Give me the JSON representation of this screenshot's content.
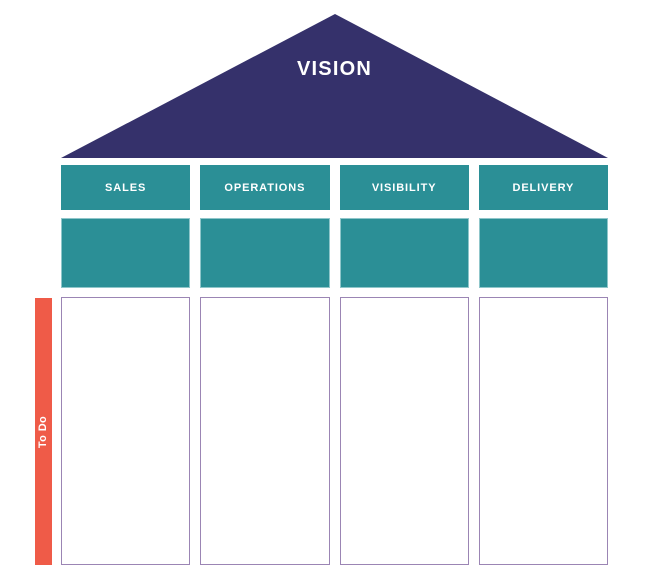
{
  "diagram": {
    "type": "strategy-house",
    "roof": {
      "label": "VISION",
      "color": "#35316b",
      "text_color": "#ffffff"
    },
    "sidebar": {
      "label": "To Do",
      "color": "#ef5b48",
      "text_color": "#ffffff",
      "orientation": "vertical"
    },
    "colors": {
      "roof": "#35316b",
      "pillar": "#2b8f96",
      "pillar_border": "#8fc6ca",
      "panel_border": "#9b85b4",
      "panel_fill": "#ffffff",
      "accent": "#ef5b48",
      "background": "#ffffff"
    },
    "columns": [
      {
        "header": "SALES",
        "body": "",
        "panel": ""
      },
      {
        "header": "OPERATIONS",
        "body": "",
        "panel": ""
      },
      {
        "header": "VISIBILITY",
        "body": "",
        "panel": ""
      },
      {
        "header": "DELIVERY",
        "body": "",
        "panel": ""
      }
    ]
  }
}
